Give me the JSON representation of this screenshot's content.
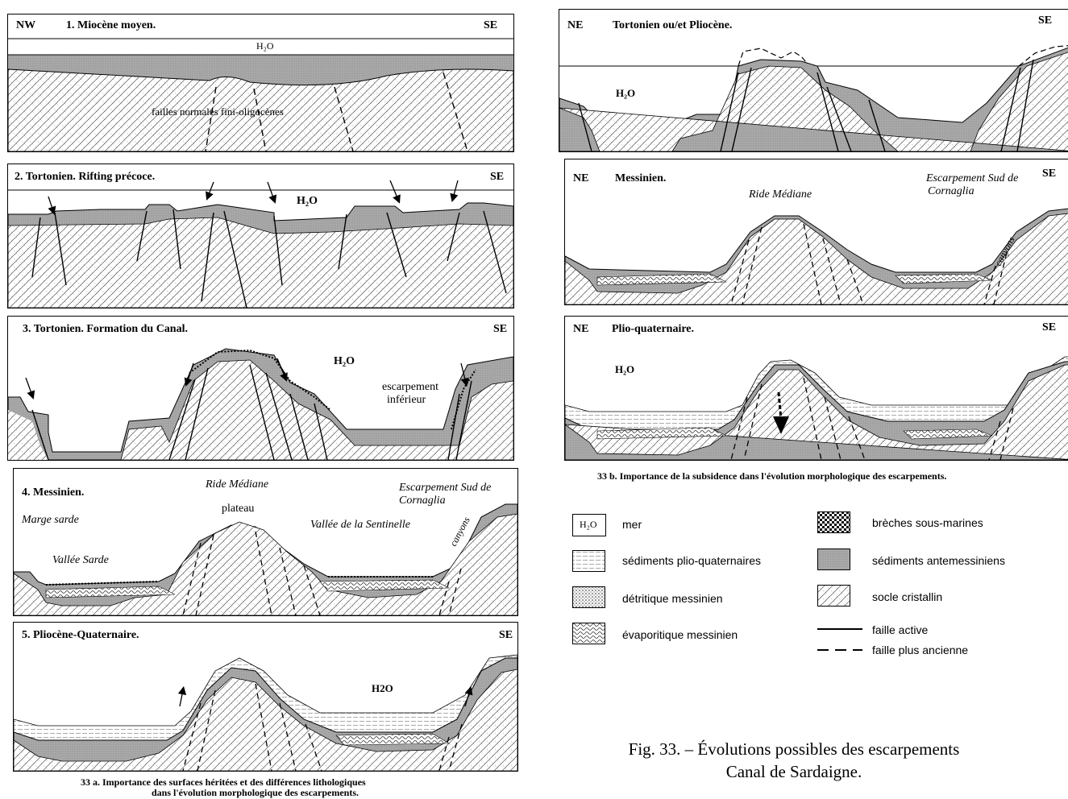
{
  "panels_a": {
    "p1": {
      "title": "1. Miocène moyen.",
      "left_tag": "NW",
      "right_tag": "SE",
      "water": "H₂O",
      "faults_label": "failles normales fini-oligocènes"
    },
    "p2": {
      "title": "2. Tortonien. Rifting précoce.",
      "right_tag": "SE",
      "water": "H₂O"
    },
    "p3": {
      "title": "3.  Tortonien. Formation du Canal.",
      "right_tag": "SE",
      "water": "H₂O",
      "escarpment_1": "escarpement",
      "escarpment_2": "inférieur"
    },
    "p4": {
      "title": "4. Messinien.",
      "ride": "Ride Médiane",
      "plateau": "plateau",
      "escarp_1": "Escarpement Sud de",
      "escarp_2": "Cornaglia",
      "marge": "Marge sarde",
      "vallee_sentinelle": "Vallée de la Sentinelle",
      "vallee_sarde": "Vallée Sarde",
      "canyons": "canyons"
    },
    "p5": {
      "title": "5. Pliocène-Quaternaire.",
      "right_tag": "SE",
      "water": "H2O"
    }
  },
  "panels_b": {
    "b1": {
      "left_tag": "NE",
      "title": "Tortonien ou/et Pliocène.",
      "right_tag": "SE",
      "water": "H₂O"
    },
    "b2": {
      "left_tag": "NE",
      "title": "Messinien.",
      "ride": "Ride Médiane",
      "escarp_1": "Escarpement Sud de",
      "escarp_2": "Cornaglia",
      "right_tag": "SE",
      "canyons": "canyons"
    },
    "b3": {
      "left_tag": "NE",
      "title": "Plio-quaternaire.",
      "right_tag": "SE",
      "water": "H₂O"
    }
  },
  "caption_a_1": "33 a.  Importance des surfaces héritées et des différences lithologiques",
  "caption_a_2": "dans l'évolution morphologique des escarpements.",
  "caption_b": "33 b.  Importance de la subsidence dans l'évolution morphologique des escarpements.",
  "legend": {
    "water_symbol": "H₂O",
    "items_left": [
      "mer",
      "sédiments plio-quaternaires",
      "détritique messinien",
      "évaporitique messinien"
    ],
    "items_right": [
      "brèches sous-marines",
      "sédiments antemessiniens",
      "socle cristallin",
      "faille active",
      "faille plus ancienne"
    ]
  },
  "figure_title_1": "Fig. 33. – Évolutions possibles des escarpements",
  "figure_title_2": "Canal de Sardaigne."
}
